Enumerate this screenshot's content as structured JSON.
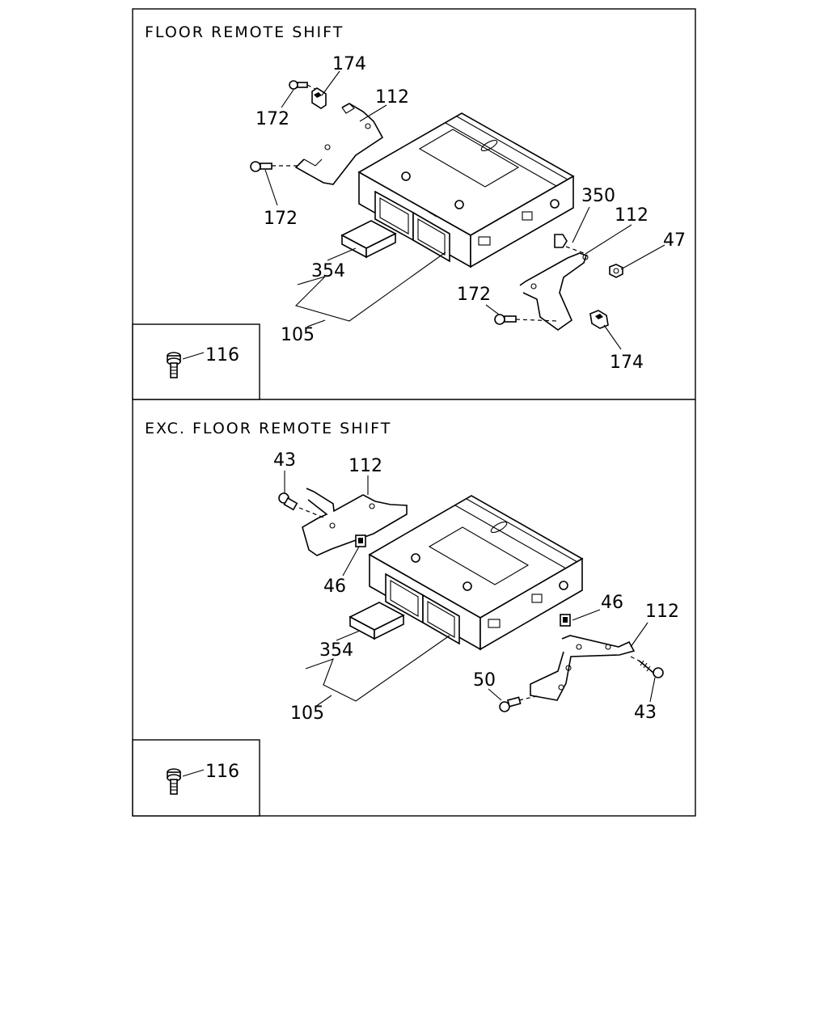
{
  "panels": [
    {
      "title": "FLOOR REMOTE SHIFT",
      "callouts": [
        "174",
        "112",
        "172",
        "172",
        "354",
        "105",
        "350",
        "112",
        "47",
        "172",
        "174"
      ],
      "inset_callout": "116"
    },
    {
      "title": "EXC. FLOOR REMOTE SHIFT",
      "callouts": [
        "43",
        "112",
        "46",
        "354",
        "105",
        "46",
        "112",
        "50",
        "43"
      ],
      "inset_callout": "116"
    }
  ]
}
